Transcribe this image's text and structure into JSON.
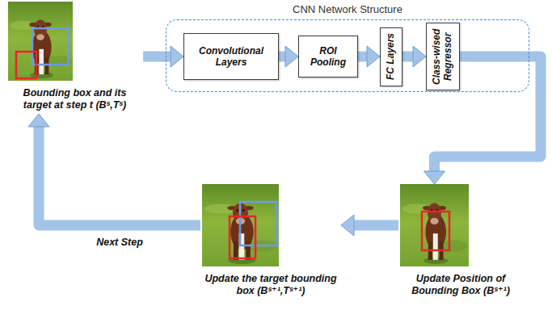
{
  "diagram": {
    "nodes": [
      {
        "text": [
          "Bounding box and its target at step t (Bˢ,Tˢ)"
        ]
      },
      {
        "text": [
          "CNN Network Structure"
        ]
      },
      {
        "text": [
          "Convolutional Layers"
        ],
        "in": 1
      },
      {
        "text": [
          "ROI Pooling"
        ],
        "in": 1
      },
      {
        "text": [
          "FC Layers"
        ],
        "in": 1
      },
      {
        "text": [
          "Class-wised Regressor"
        ],
        "in": 1
      },
      {
        "text": [
          "Update the target bounding box (Bˢ⁺¹,Tˢ⁺¹)"
        ]
      },
      {
        "text": [
          "Update Position of Bounding Box (Bˢ⁺¹)"
        ]
      }
    ],
    "edges": [
      {
        "from": 0,
        "to": 2,
        "arrow": "to"
      },
      {
        "from": 2,
        "to": 3,
        "arrow": "to"
      },
      {
        "from": 3,
        "to": 4,
        "arrow": "to"
      },
      {
        "from": 4,
        "to": 5,
        "arrow": "to"
      },
      {
        "from": 5,
        "to": 7,
        "arrow": "to"
      },
      {
        "from": 7,
        "to": 6,
        "arrow": "to"
      },
      {
        "from": 6,
        "to": 0,
        "arrow": "to",
        "label": "Next Step"
      }
    ]
  }
}
